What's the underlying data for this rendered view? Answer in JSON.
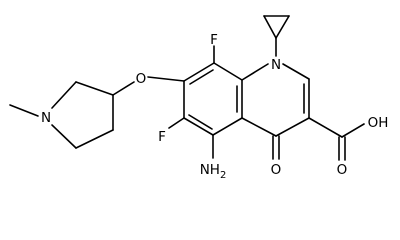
{
  "diagram": {
    "atoms": {
      "f_top": "F",
      "n_ring": "N",
      "o_ether": "O",
      "n_pyrrolidine": "N",
      "f_lower": "F",
      "o_carboxyl_oh": "OH",
      "amino": "NH",
      "amino_sub": "2",
      "o_ketone": "O",
      "o_carboxyl": "O"
    },
    "colors": {
      "bond": "#000000",
      "text": "#000000",
      "background": "#ffffff"
    }
  }
}
